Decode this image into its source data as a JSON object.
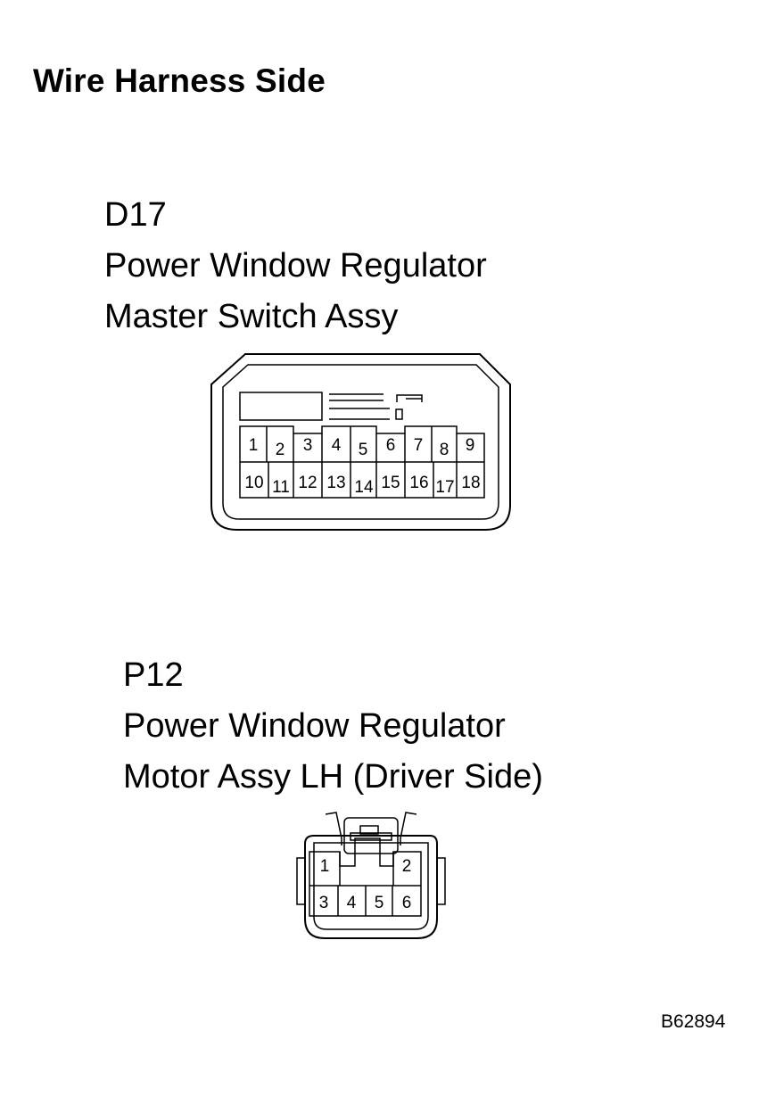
{
  "title": "Wire Harness Side",
  "d17": {
    "code": "D17",
    "line1": "Power Window Regulator",
    "line2": "Master Switch Assy",
    "pins_top": [
      "1",
      "2",
      "3",
      "4",
      "5",
      "6",
      "7",
      "8",
      "9"
    ],
    "pins_bottom": [
      "10",
      "11",
      "12",
      "13",
      "14",
      "15",
      "16",
      "17",
      "18"
    ]
  },
  "p12": {
    "code": "P12",
    "line1": "Power Window Regulator",
    "line2": "Motor Assy LH (Driver Side)",
    "pins_top": [
      "1",
      "2"
    ],
    "pins_bottom": [
      "3",
      "4",
      "5",
      "6"
    ]
  },
  "figure_code": "B62894"
}
